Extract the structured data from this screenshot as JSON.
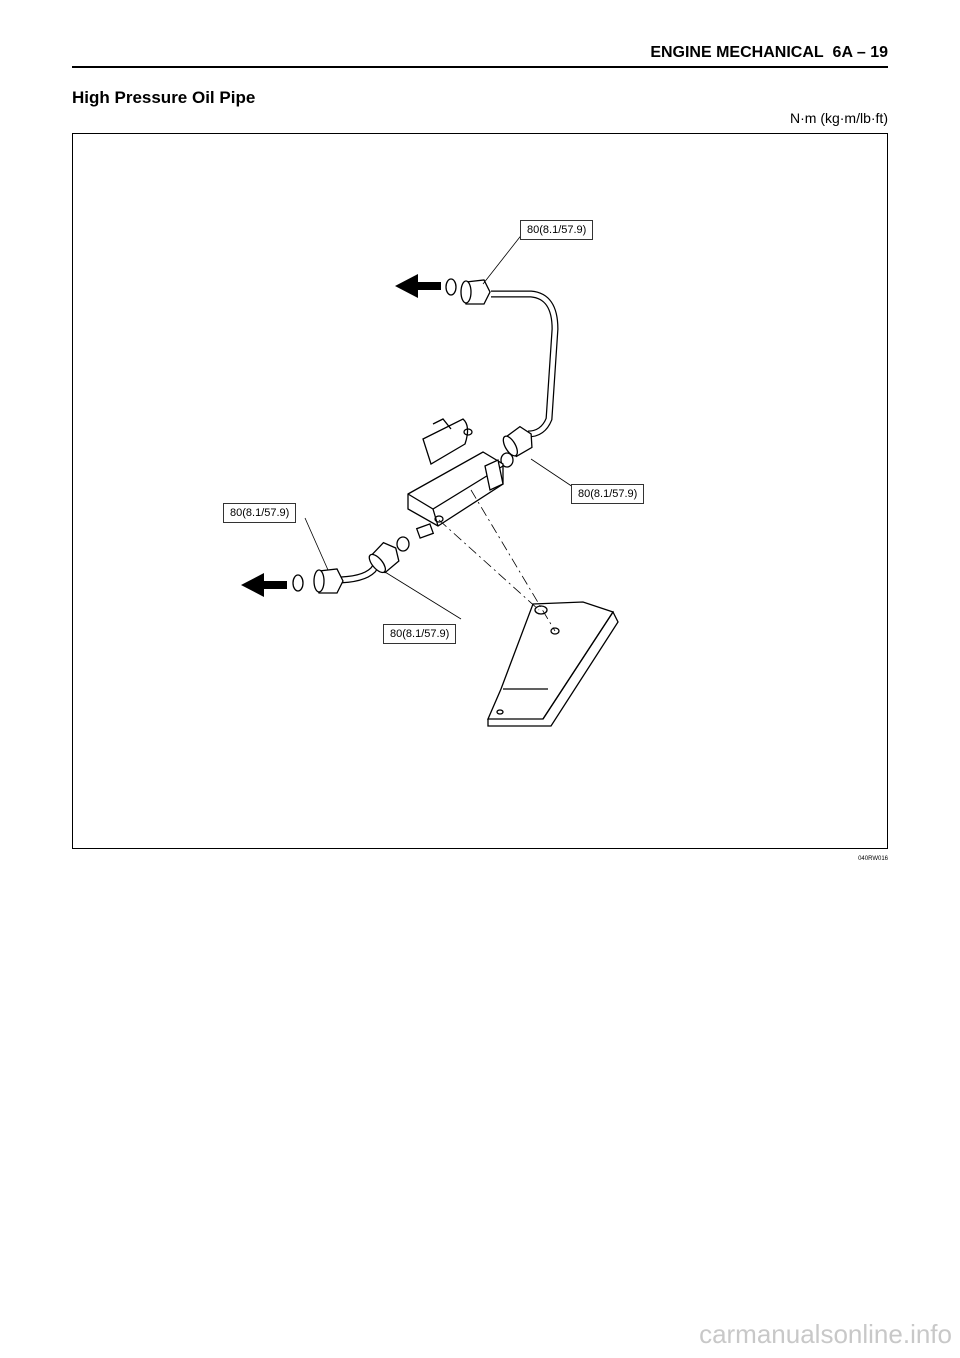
{
  "header": {
    "section": "ENGINE MECHANICAL",
    "page": "6A – 19"
  },
  "title": "High Pressure Oil Pipe",
  "units": "N·m (kg·m/lb·ft)",
  "torque_labels": [
    "80(8.1/57.9)",
    "80(8.1/57.9)",
    "80(8.1/57.9)",
    "80(8.1/57.9)"
  ],
  "figure_id": "040RW016",
  "watermark": "carmanualsonline.info"
}
